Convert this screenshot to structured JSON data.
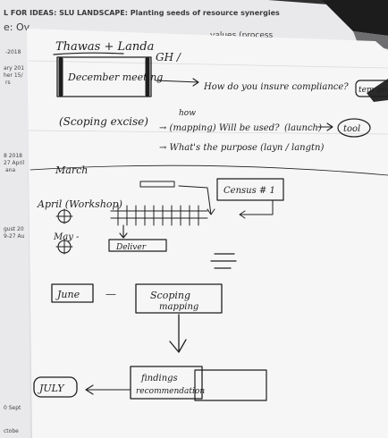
{
  "background_sheet": {
    "header": "L FOR IDEAS: SLU LANDSCAPE: Planting seeds of resource synergies",
    "sub_header": "e: Ov",
    "strike_text": "values (process",
    "margin_lines": [
      "-2018",
      "ary 201",
      "her 15/",
      "rs",
      "8 2018",
      "27 April",
      "ana",
      "gust 20",
      "9-27 Au",
      "0 Sept",
      "ctobe"
    ]
  },
  "notes": {
    "title": "Thawas + Landa",
    "code": "GH /",
    "meeting": "December meeting",
    "question": "How do you insure compliance?",
    "question_box": "tem go",
    "scoping": "(Scoping excise)",
    "how": "how",
    "mapping_line": "→ (mapping) Will be used?",
    "launch": "(launch)",
    "tool": "tool",
    "purpose": "→ What's the purpose (layn / langtn)",
    "march": "March",
    "census": "Census # 1",
    "april": "April (Workshop)",
    "may": "May -",
    "deliver": "Deliver",
    "june": "June",
    "dash": "—",
    "scoping_box_1": "Scoping",
    "scoping_box_2": "mapping",
    "july": "JULY",
    "findings_1": "findings",
    "findings_2": "recommendation"
  }
}
